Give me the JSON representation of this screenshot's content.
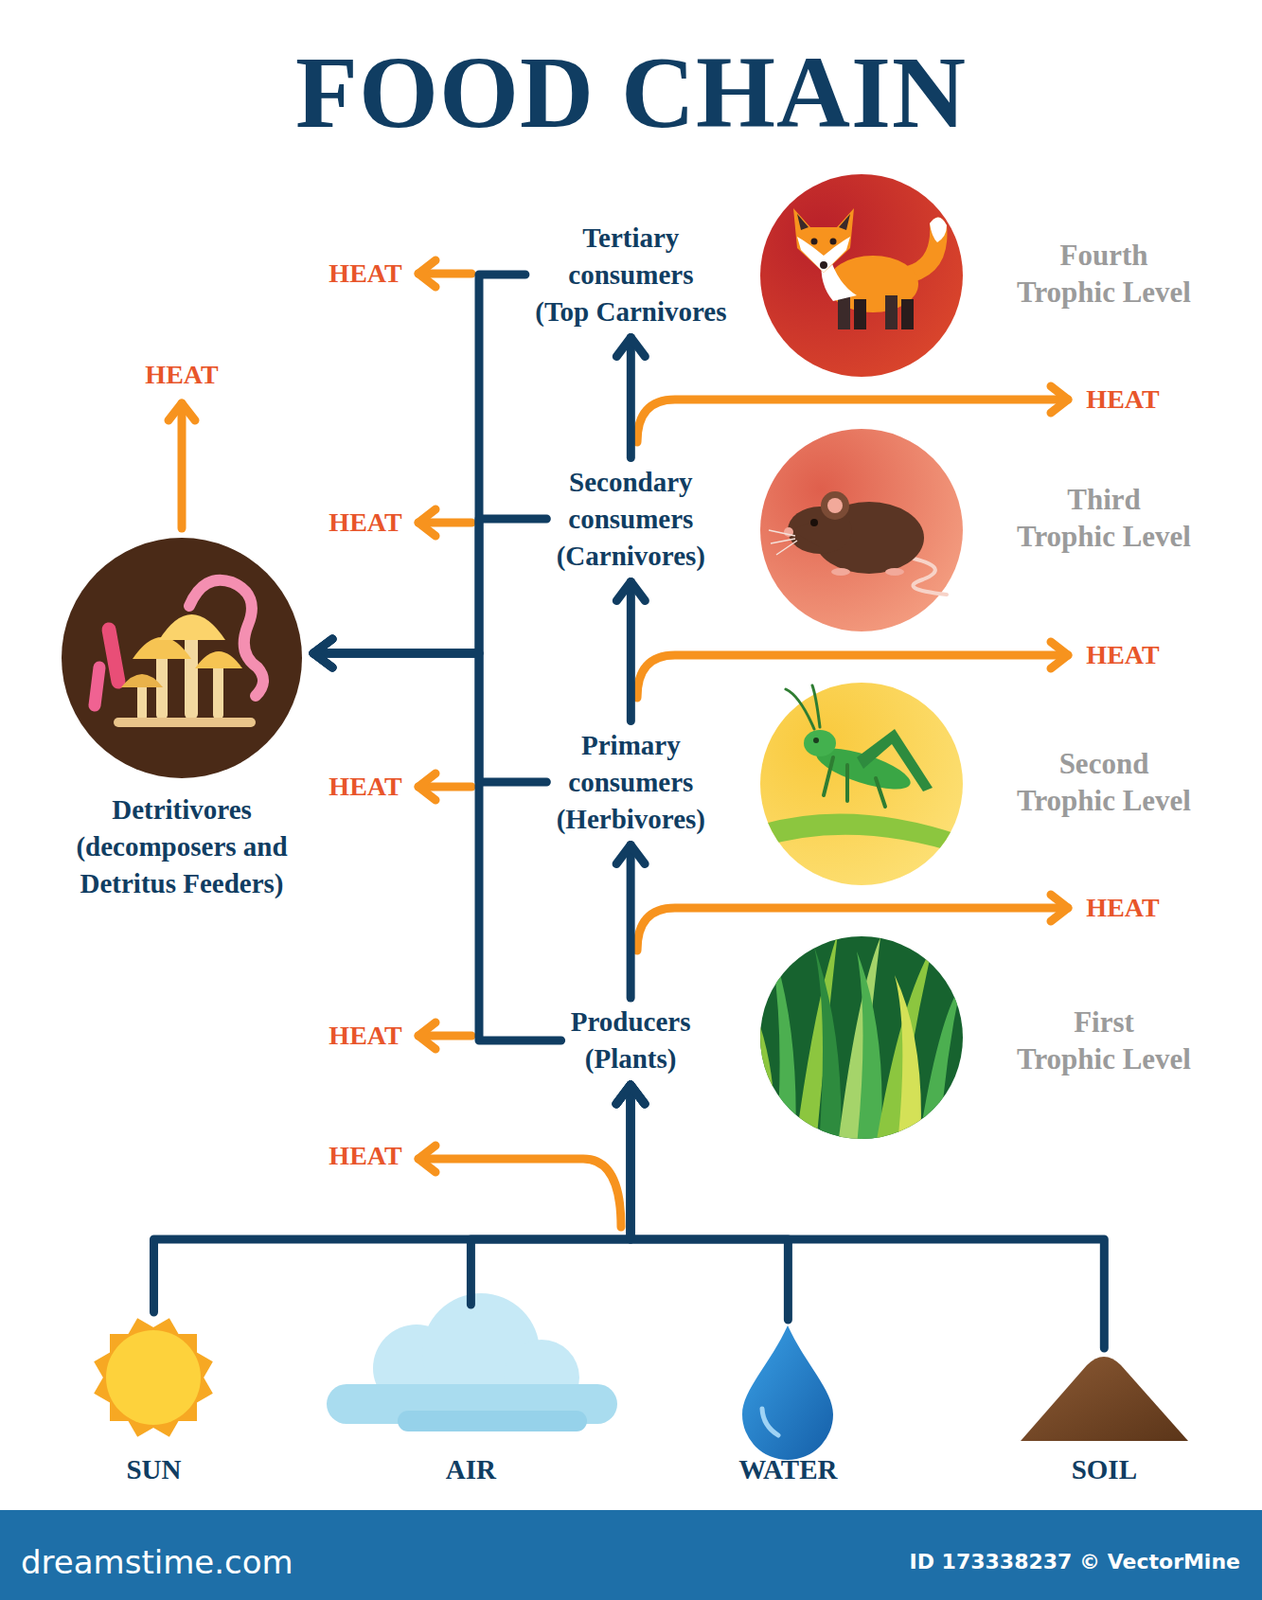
{
  "diagram": {
    "title": "FOOD CHAIN",
    "nodes": [
      {
        "text": [
          "Tertiary consumers (Top Carnivores"
        ]
      },
      {
        "text": [
          "Secondary consumers (Carnivores)"
        ]
      },
      {
        "text": [
          "Detritivores (decomposers and Detritus Feeders)"
        ]
      },
      {
        "text": [
          "Primary consumers (Herbivores)"
        ]
      },
      {
        "text": [
          "Producers (Plants)"
        ]
      },
      {
        "text": [
          "SUN"
        ]
      },
      {
        "text": [
          "AIR"
        ]
      },
      {
        "text": [
          "WATER"
        ]
      },
      {
        "text": [
          "SOIL"
        ]
      }
    ],
    "edges": [
      {
        "from": 5,
        "to": 4,
        "arrow": "to"
      },
      {
        "from": 6,
        "to": 4,
        "arrow": "to"
      },
      {
        "from": 7,
        "to": 4,
        "arrow": "to"
      },
      {
        "from": 8,
        "to": 4,
        "arrow": "to"
      },
      {
        "from": 4,
        "to": 3,
        "arrow": "to"
      },
      {
        "from": 3,
        "to": 1,
        "arrow": "to"
      },
      {
        "from": 1,
        "to": 0,
        "arrow": "to"
      },
      {
        "from": 0,
        "to": 2,
        "arrow": "to"
      },
      {
        "from": 1,
        "to": 2,
        "arrow": "to"
      },
      {
        "from": 3,
        "to": 2,
        "arrow": "to"
      },
      {
        "from": 4,
        "to": 2,
        "arrow": "to"
      }
    ],
    "labels": [
      "HEAT",
      "Fourth Trophic Level",
      "HEAT",
      "HEAT",
      "HEAT",
      "Third Trophic Level",
      "HEAT",
      "HEAT",
      "Second Trophic Level",
      "HEAT",
      "HEAT",
      "First Trophic Level",
      "HEAT",
      "dreamstime.com",
      "ID 173338237 © VectorMine"
    ]
  }
}
